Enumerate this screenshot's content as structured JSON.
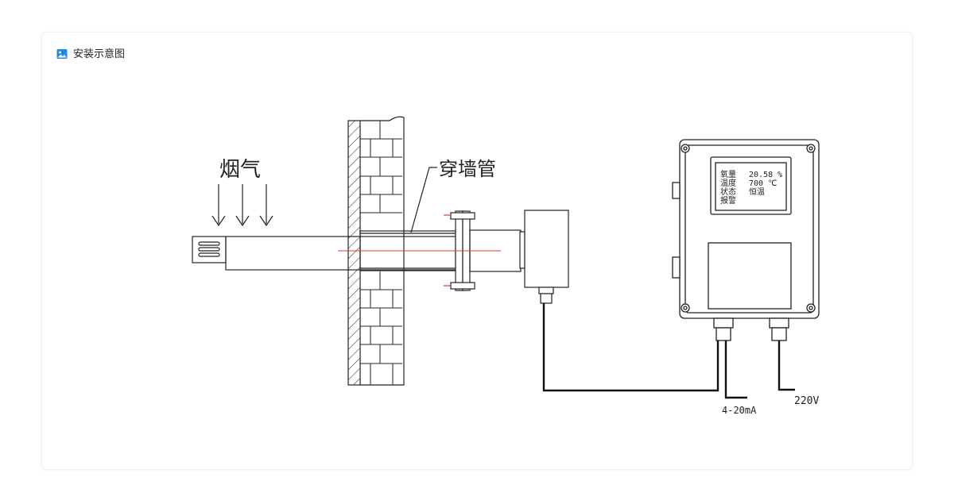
{
  "card": {
    "title": "安装示意图",
    "icon": "image-icon",
    "accent_color": "#1e88e5"
  },
  "diagram": {
    "smoke_label": "烟气",
    "wall_pipe_label": "穿墙管",
    "display": {
      "row1_label": "氧量",
      "row1_value": "20.58 %",
      "row2_label": "温度",
      "row2_value": "700  ℃",
      "row3_label": "状态",
      "row3_value": "恒温",
      "row4_label": "报警"
    },
    "signal_label": "4-20mA",
    "power_label": "220V",
    "centerline_color": "#e53935"
  }
}
